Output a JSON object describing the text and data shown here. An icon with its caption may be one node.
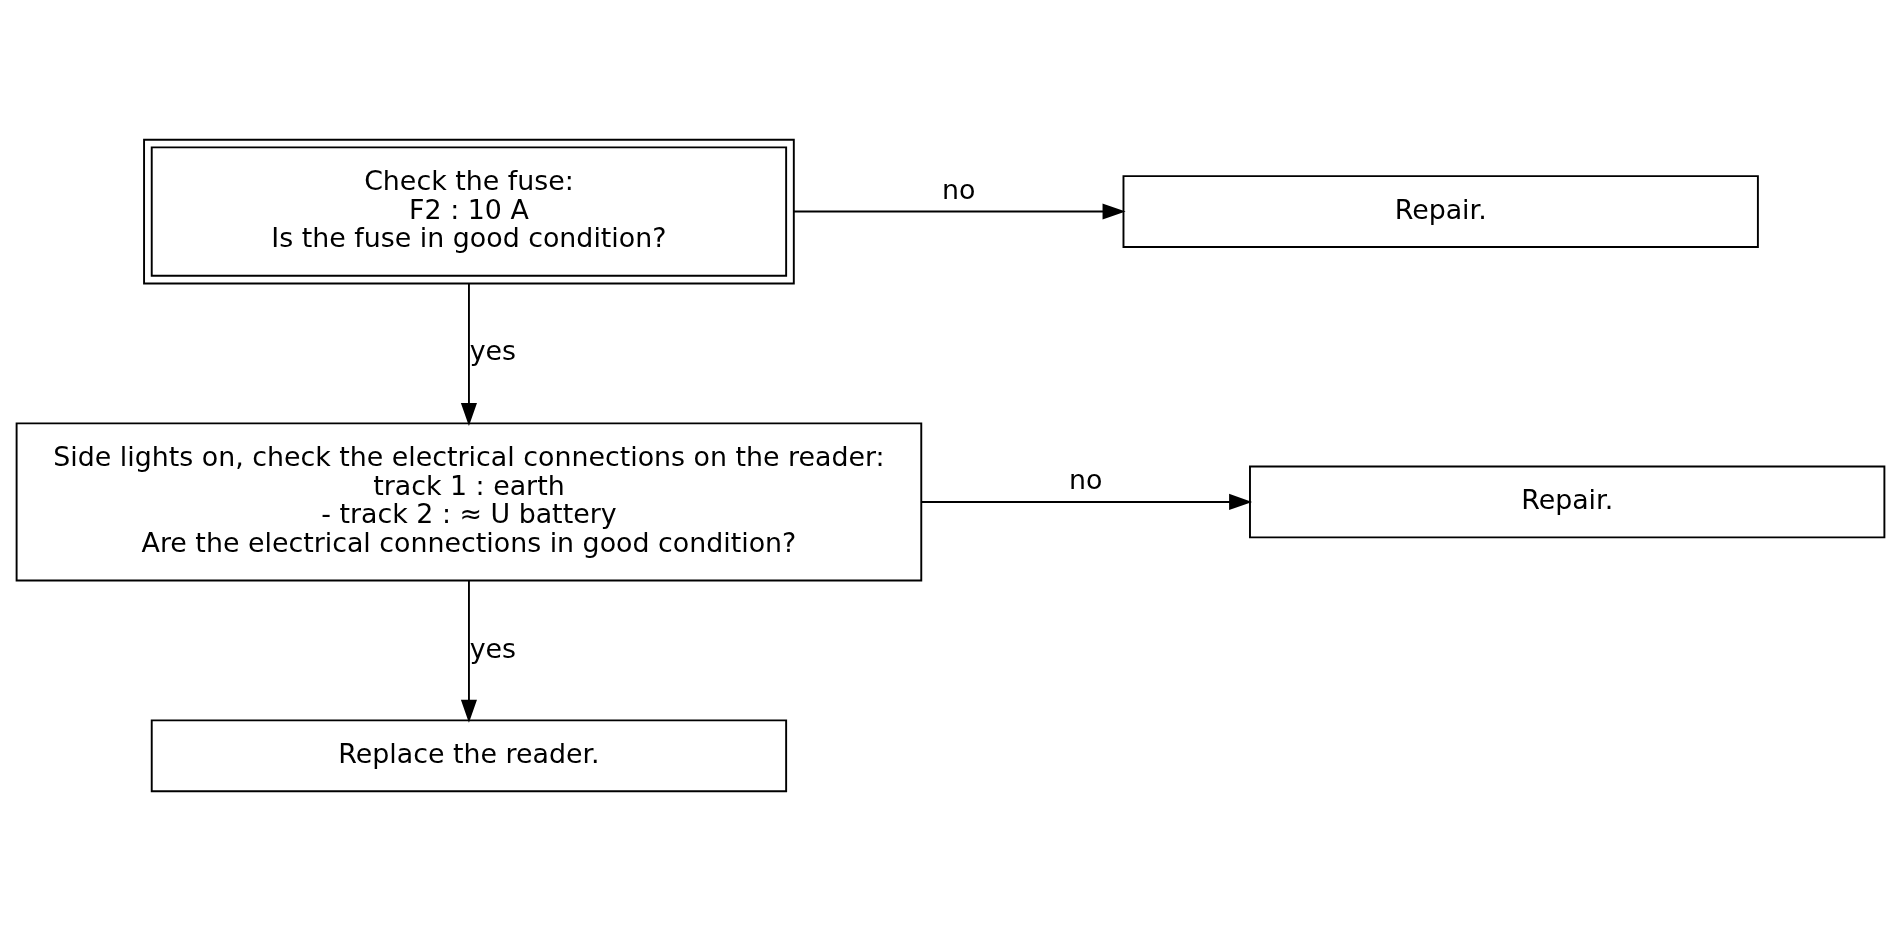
{
  "diagram": {
    "nodes": [
      {
        "text": [
          "Check the fuse:",
          "F2 : 10 A",
          "Is the fuse in good condition?"
        ]
      },
      {
        "text": [
          "Repair."
        ]
      },
      {
        "text": [
          "Side lights on, check the electrical connections on the reader:",
          "track 1 : earth",
          "- track 2 : ≈ U battery",
          "Are the electrical connections in good condition?"
        ]
      },
      {
        "text": [
          "Repair."
        ]
      },
      {
        "text": [
          "Replace the reader."
        ]
      }
    ],
    "edges": [
      {
        "from": 0,
        "to": 1,
        "arrow": "to",
        "label": "no"
      },
      {
        "from": 0,
        "to": 2,
        "arrow": "to",
        "label": "yes"
      },
      {
        "from": 2,
        "to": 3,
        "arrow": "to",
        "label": "no"
      },
      {
        "from": 2,
        "to": 4,
        "arrow": "to",
        "label": "yes"
      }
    ]
  }
}
